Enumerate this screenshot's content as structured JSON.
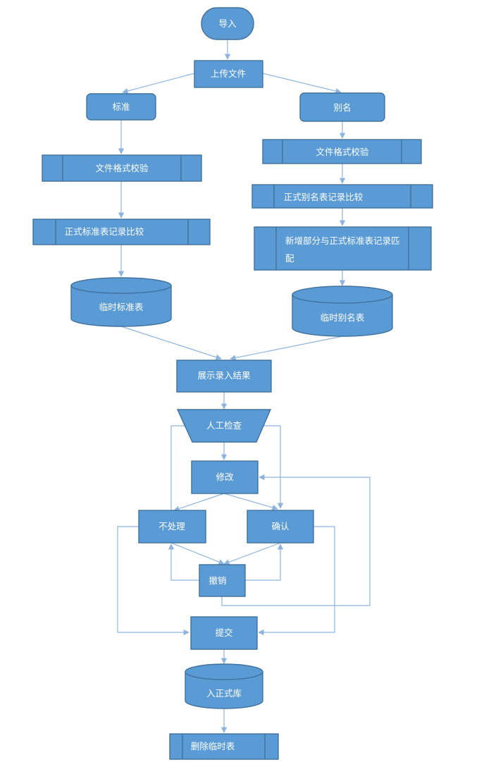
{
  "nodes": {
    "import": "导入",
    "upload": "上传文件",
    "standard": "标准",
    "alias": "别名",
    "std_format_check": "文件格式校验",
    "alias_format_check": "文件格式校验",
    "std_compare": "正式标准表记录比较",
    "alias_compare": "正式别名表记录比较",
    "alias_match_line1": "新增部分与正式标准表记录匹",
    "alias_match_line2": "配",
    "temp_standard": "临时标准表",
    "temp_alias": "临时别名表",
    "show_result": "展示录入结果",
    "manual_check": "人工检查",
    "modify": "修改",
    "no_process": "不处理",
    "confirm": "确认",
    "revoke": "撤销",
    "submit": "提交",
    "to_formal": "入正式库",
    "delete_temp": "删除临时表"
  },
  "colors": {
    "fill": "#5b9bd5",
    "stroke": "#41719c",
    "connector": "#8db4e0",
    "text": "#ffffff"
  }
}
